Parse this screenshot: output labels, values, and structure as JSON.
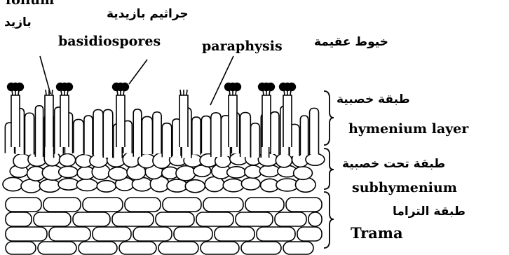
{
  "labels": {
    "top_partial": "folium",
    "basidium_ar": "بازيد",
    "basidiospores_ar": "جراثيم بازيدية",
    "basidiospores_en": "basidiospores",
    "paraphysis_en": "paraphysis",
    "paraphysis_ar": "خيوط عقيمة",
    "hymenium_ar": "طبقة خصبية",
    "hymenium_en": "hymenium layer",
    "subhymenium_ar": "طبقة تحت خصبية",
    "subhymenium_en": "subhymenium",
    "trama_ar": "طبقة التراما",
    "trama_en": "Trama"
  },
  "colors": {
    "ink": "#000000",
    "background": "#ffffff"
  }
}
